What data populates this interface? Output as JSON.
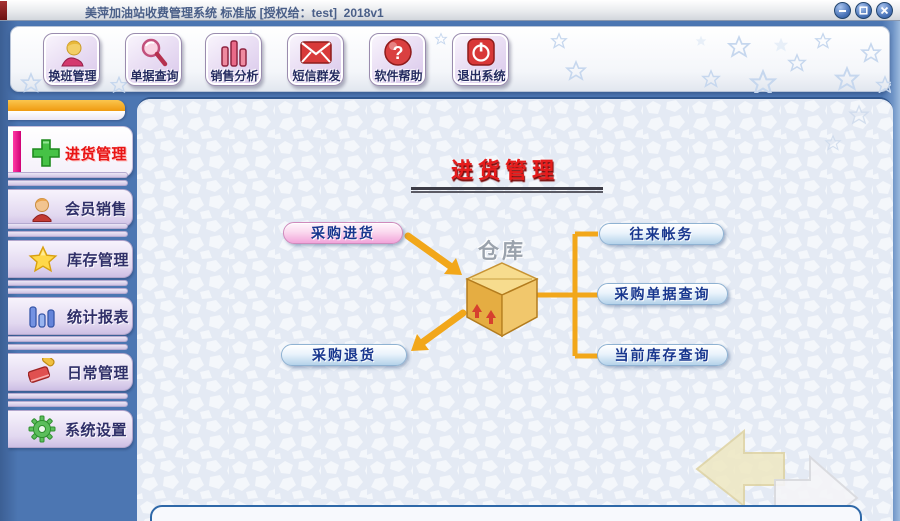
{
  "window": {
    "title": "美萍加油站收费管理系统 标准版 [授权给：test]  2018v1",
    "controls": [
      {
        "name": "minimize"
      },
      {
        "name": "maximize"
      },
      {
        "name": "close"
      }
    ]
  },
  "toolbar": {
    "buttons": [
      {
        "label": "换班管理",
        "icon": "shift-person-icon"
      },
      {
        "label": "单据查询",
        "icon": "magnifier-icon"
      },
      {
        "label": "销售分析",
        "icon": "bar-chart-icon"
      },
      {
        "label": "短信群发",
        "icon": "envelope-icon"
      },
      {
        "label": "软件帮助",
        "icon": "help-icon"
      },
      {
        "label": "退出系统",
        "icon": "power-icon"
      }
    ]
  },
  "sidebar": {
    "items": [
      {
        "label": "进货管理",
        "icon": "plus-icon",
        "selected": true
      },
      {
        "label": "会员销售",
        "icon": "member-icon",
        "selected": false
      },
      {
        "label": "库存管理",
        "icon": "star-icon",
        "selected": false
      },
      {
        "label": "统计报表",
        "icon": "report-bars-icon",
        "selected": false
      },
      {
        "label": "日常管理",
        "icon": "brush-icon",
        "selected": false
      },
      {
        "label": "系统设置",
        "icon": "gear-icon",
        "selected": false
      }
    ]
  },
  "main": {
    "title": "进货管理",
    "diagram": {
      "purchase_in": "采购进货",
      "purchase_return": "采购退货",
      "warehouse": "仓库",
      "links": [
        {
          "label": "往来帐务"
        },
        {
          "label": "采购单据查询"
        },
        {
          "label": "当前库存查询"
        }
      ]
    }
  },
  "colors": {
    "frame_blue": "#4c76b2",
    "accent_orange": "#f2a71a",
    "title_red": "#e61c1c",
    "pill_text_navy": "#17368e",
    "selected_bar_magenta": "#e6007e",
    "sidebar_header_orange": "#ef9a10"
  }
}
